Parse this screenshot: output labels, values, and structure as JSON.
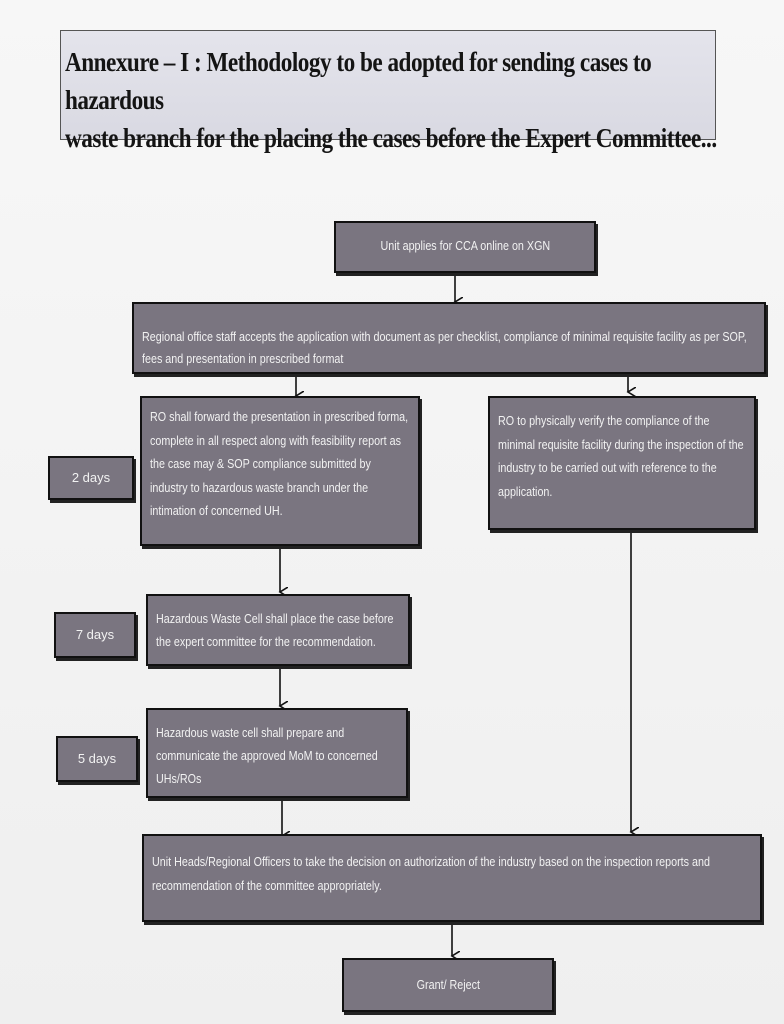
{
  "header": {
    "title_line1": "Annexure – I : Methodology to be adopted for sending cases to hazardous",
    "title_line2": "waste branch for the placing the cases before the Expert Committee..."
  },
  "flow": {
    "apply": "Unit applies for CCA online on XGN",
    "accept": "Regional office staff accepts the application with  document as per checklist, compliance of minimal requisite facility as per SOP, fees and presentation in prescribed format",
    "forward": "RO shall forward the presentation in prescribed forma, complete in all respect along with feasibility report as the case may & SOP compliance submitted by industry to hazardous waste branch under the intimation of concerned UH.",
    "verify": "RO to physically verify the compliance of the minimal requisite facility during the inspection of the industry to be carried out with reference to the application.",
    "place": "Hazardous Waste Cell shall place the case before the expert committee for the recommendation.",
    "prepare": "Hazardous waste cell shall prepare and communicate the approved MoM to concerned UHs/ROs",
    "decide": "Unit Heads/Regional Officers to take the decision on authorization of the industry based on the inspection reports and recommendation of the committee appropriately.",
    "outcome": "Grant/ Reject"
  },
  "timelines": {
    "forward_days": "2 days",
    "place_days": "7 days",
    "prepare_days": "5 days"
  },
  "colors": {
    "box_fill": "#7a7580",
    "box_border": "#111111",
    "title_fill": "#dedee6"
  }
}
